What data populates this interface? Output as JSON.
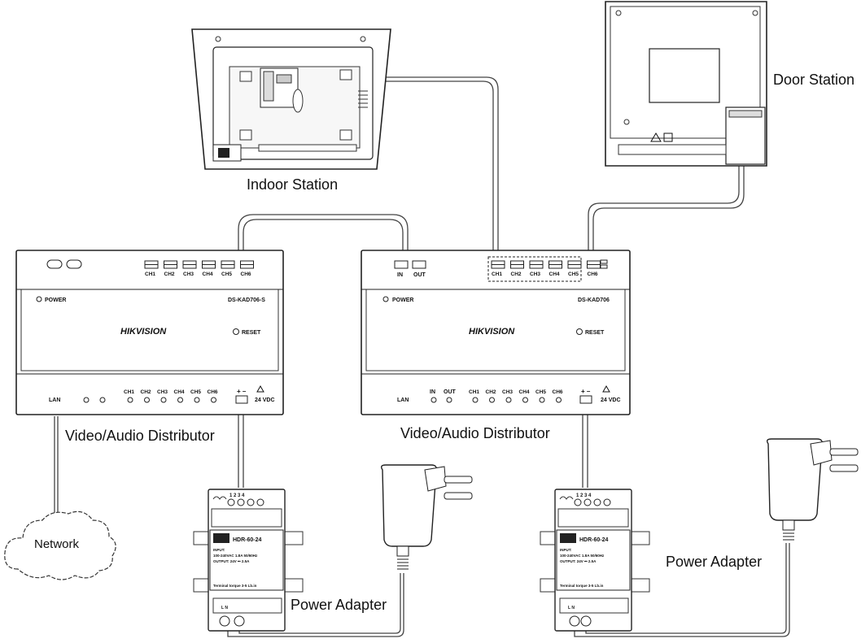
{
  "labels": {
    "indoor_station": "Indoor Station",
    "door_station": "Door Station",
    "distributor": "Video/Audio Distributor",
    "network": "Network",
    "power_adapter": "Power Adapter"
  },
  "distributor_left": {
    "model": "DS-KAD706-S",
    "power": "POWER",
    "reset": "RESET",
    "brand": "HIKVISION",
    "lan": "LAN",
    "top_channels": [
      "CH1",
      "CH2",
      "CH3",
      "CH4",
      "CH5",
      "CH6"
    ],
    "bottom_channels": [
      "CH1",
      "CH2",
      "CH3",
      "CH4",
      "CH5",
      "CH6"
    ],
    "power_terminal": "+ –",
    "power_rating": "24 VDC"
  },
  "distributor_right": {
    "model": "DS-KAD706",
    "power": "POWER",
    "reset": "RESET",
    "brand": "HIKVISION",
    "lan": "LAN",
    "in": "IN",
    "out": "OUT",
    "top_channels": [
      "CH1",
      "CH2",
      "CH3",
      "CH4",
      "CH5",
      "CH6"
    ],
    "bottom_channels": [
      "CH1",
      "CH2",
      "CH3",
      "CH4",
      "CH5",
      "CH6"
    ],
    "power_terminal": "+ –",
    "power_rating": "24 VDC"
  },
  "psu": {
    "model": "HDR-60-24",
    "input_heading": "INPUT:",
    "input_rating": "100-240VAC 1.8A 50/60Hz",
    "output_rating": "OUTPUT: 24V ⎓ 2.5A",
    "terminal_note": "Terminal torque 3-5 Lb.in",
    "pin_numbers": "1 2 3 4",
    "ln": "L  N"
  }
}
